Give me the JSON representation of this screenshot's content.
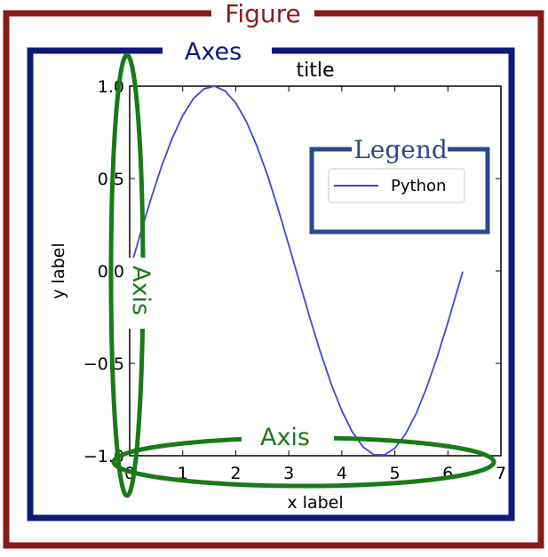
{
  "annotations": {
    "figure": "Figure",
    "axes": "Axes",
    "legend": "Legend",
    "axis_y": "Axis",
    "axis_x": "Axis"
  },
  "colors": {
    "figure": "#8b1a1a",
    "axes": "#0d1a7a",
    "legend": "#2a4a8a",
    "axis": "#1a7a1a",
    "series": "#4444dd"
  },
  "chart_data": {
    "type": "line",
    "title": "title",
    "xlabel": "x label",
    "ylabel": "y label",
    "xlim": [
      0,
      7
    ],
    "ylim": [
      -1.0,
      1.0
    ],
    "xticks": [
      "0",
      "1",
      "2",
      "3",
      "4",
      "5",
      "6",
      "7"
    ],
    "yticks": [
      "1.0",
      "0.5",
      "0.0",
      "−0.5",
      "−1.0"
    ],
    "legend_position": "top-right",
    "grid": false,
    "series": [
      {
        "name": "Python",
        "x": [
          0.0,
          0.2,
          0.4,
          0.6,
          0.8,
          1.0,
          1.2,
          1.4,
          1.6,
          1.8,
          2.0,
          2.2,
          2.4,
          2.6,
          2.8,
          3.0,
          3.2,
          3.4,
          3.6,
          3.8,
          4.0,
          4.2,
          4.4,
          4.6,
          4.8,
          5.0,
          5.2,
          5.4,
          5.6,
          5.8,
          6.0,
          6.2,
          6.28
        ],
        "y": [
          0.0,
          0.199,
          0.389,
          0.565,
          0.717,
          0.841,
          0.932,
          0.985,
          1.0,
          0.974,
          0.909,
          0.808,
          0.675,
          0.516,
          0.335,
          0.141,
          -0.058,
          -0.256,
          -0.443,
          -0.612,
          -0.757,
          -0.872,
          -0.952,
          -0.994,
          -0.996,
          -0.959,
          -0.883,
          -0.773,
          -0.631,
          -0.465,
          -0.279,
          -0.083,
          -0.003
        ]
      }
    ]
  }
}
